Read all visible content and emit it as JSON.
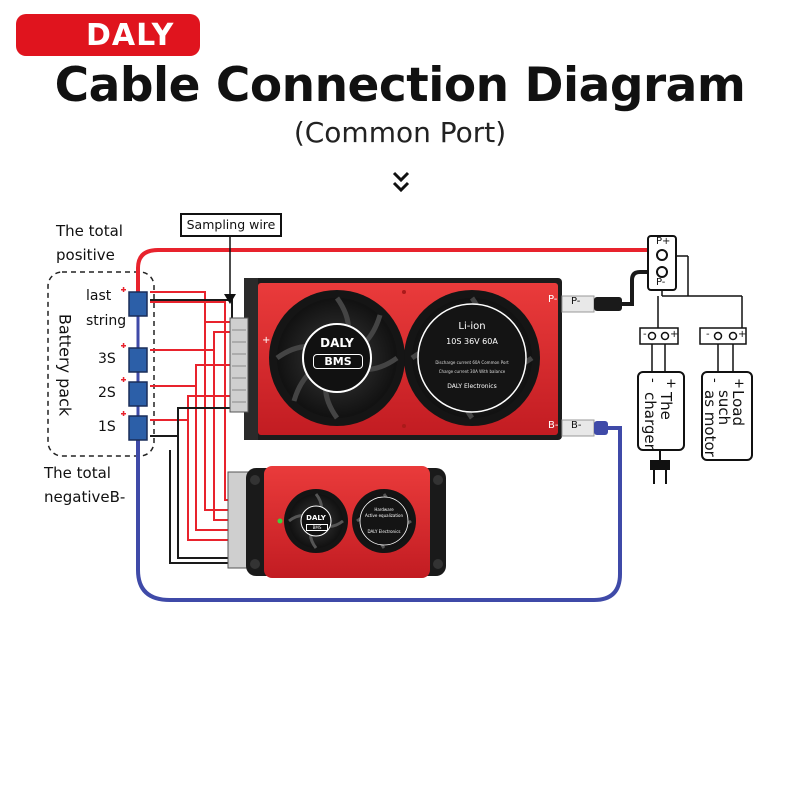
{
  "brand": {
    "name": "DALY"
  },
  "title": "Cable Connection Diagram",
  "subtitle": "(Common Port)",
  "scroll_hint_icon": "double-chevron-down-icon",
  "labels": {
    "total_positive_line1": "The total",
    "total_positive_line2": "positive",
    "last_string_line1": "last",
    "last_string_line2": "string",
    "s3": "3S",
    "s2": "2S",
    "s1": "1S",
    "battery_pack": "Battery pack",
    "total_negative_line1": "The total",
    "total_negative_line2": "negativeB-",
    "sampling_wire": "Sampling wire",
    "p_plus": "P+",
    "p_minus": "P-",
    "p_minus_cable": "P-",
    "b_minus_cable": "B-",
    "board_p_minus": "P-",
    "board_b_minus": "B-",
    "board_plus": "+",
    "charger_plus": "+",
    "charger_minus": "-",
    "charger_line1": "The",
    "charger_line2": "charger",
    "load_plus": "+",
    "load_minus": "-",
    "load_line1": "Load",
    "load_line2": "such",
    "load_line3": "as motor",
    "conn_minus": "-",
    "conn_plus": "+"
  },
  "bms_main": {
    "fan_badge_brand": "DALY",
    "fan_badge_model": "BMS",
    "spec_title": "Li-ion",
    "spec_model": "10S 36V 60A",
    "spec_line1": "Discharge current 60A   Common Port",
    "spec_line2": "Charge current 30A      With balance",
    "spec_maker": "DALY Electronics"
  },
  "balancer": {
    "brand": "DALY",
    "model": "BMS",
    "text_line1": "Hardware",
    "text_line2": "Active equalization",
    "text_line3": "DALY Electronics"
  },
  "colors": {
    "brand_red": "#e0141e",
    "positive_wire": "#e8232d",
    "negative_wire": "#3f4aa8",
    "sampling_wire": "#1a1a1a",
    "cell": "#2c5fa8",
    "board": "#d5262a"
  }
}
